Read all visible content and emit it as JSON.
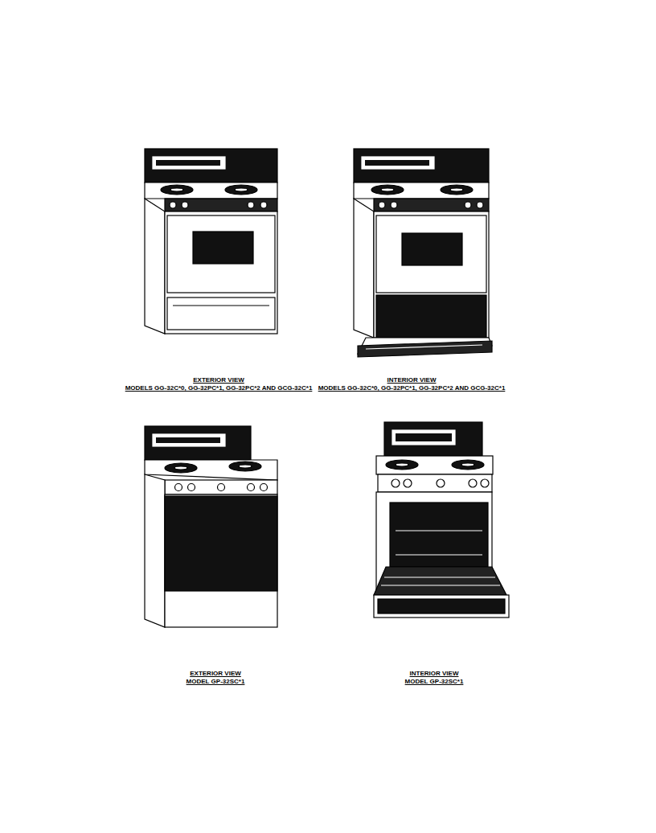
{
  "diagram": {
    "labels": [
      "EXTERIOR VIEW",
      "MODELS GG-32C*0, GG-32PC*1, GG-32PC*2 AND GCG-32C*1",
      "INTERIOR VIEW",
      "MODELS GG-32C*0, GG-32PC*1, GG-32PC*2 AND GCG-32C*1",
      "EXTERIOR VIEW",
      "MODEL GP-32SC*1",
      "INTERIOR VIEW",
      "MODEL GP-32SC*1"
    ]
  }
}
